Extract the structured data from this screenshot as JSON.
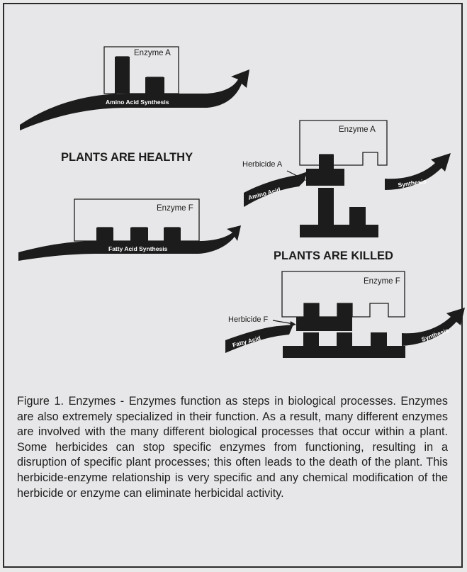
{
  "labels": {
    "enzyme_a_top": "Enzyme A",
    "amino_acid_synthesis": "Amino Acid Synthesis",
    "plants_healthy": "PLANTS ARE HEALTHY",
    "enzyme_f_left": "Enzyme F",
    "fatty_acid_synthesis": "Fatty Acid Synthesis",
    "enzyme_a_right": "Enzyme A",
    "herbicide_a": "Herbicide A",
    "amino_acid": "Amino Acid",
    "synthesis_a": "Synthesis",
    "plants_killed": "PLANTS ARE KILLED",
    "enzyme_f_right": "Enzyme F",
    "herbicide_f": "Herbicide F",
    "fatty_acid": "Fatty Acid",
    "synthesis_f": "Synthesis"
  },
  "caption": "Figure 1. Enzymes - Enzymes function as steps in biological processes. Enzymes are also extremely specialized in their function. As a result, many different enzymes are involved with the many different biological processes that occur within a plant. Some herbicides can stop specific enzymes from functioning, resulting in a disruption of specific plant processes; this often leads to the death of the plant. This herbicide-enzyme relationship is very specific and any chemical modification of the herbicide or enzyme can eliminate herbicidal activity.",
  "colors": {
    "background": "#e7e7e9",
    "ink": "#1c1c1c"
  }
}
